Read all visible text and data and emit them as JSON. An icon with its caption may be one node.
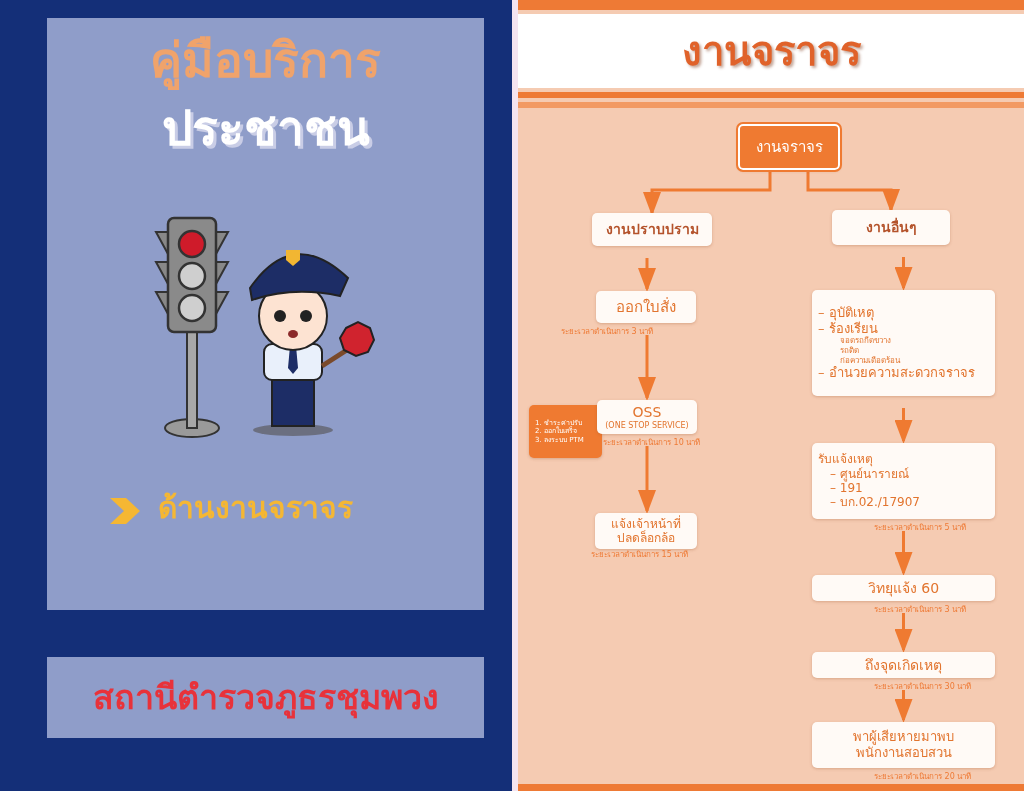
{
  "diagram": {
    "title": "งานจราจร",
    "nodes": [
      {
        "text": [
          "สถานีตำรวจภูธรชุมพวง"
        ]
      },
      {
        "text": [
          "งานจราจร"
        ]
      },
      {
        "text": [
          "งานปราบปราม"
        ]
      },
      {
        "text": [
          "งานอื่นๆ"
        ]
      },
      {
        "text": [
          "ออกใบสั่ง"
        ],
        "beside": [
          "ระยะเวลาดำเนินการ 3 นาที"
        ]
      },
      {
        "text": [
          "1. ชำระค่าปรับ",
          "2. ออกใบเสร็จ",
          "3. ลงระบบ PTM"
        ]
      },
      {
        "text": [
          "OSS",
          "(ONE STOP SERVICE)"
        ],
        "beside": [
          "ระยะเวลาดำเนินการ 10 นาที"
        ]
      },
      {
        "text": [
          "แจ้งเจ้าหน้าที่ ปลดล็อกล้อ"
        ],
        "beside": [
          "ระยะเวลาดำเนินการ 15 นาที"
        ]
      },
      {
        "text": [
          "– อุบัติเหตุ",
          "– ร้องเรียน",
          "จอดรถกีดขวาง",
          "รถติด",
          "ก่อความเดือดร้อน",
          "– อำนวยความสะดวกจราจร"
        ]
      },
      {
        "text": [
          "รับแจ้งเหตุ",
          "– ศูนย์นารายณ์",
          "– 191",
          "– บก.02./17907"
        ],
        "beside": [
          "ระยะเวลาดำเนินการ 5 นาที"
        ]
      },
      {
        "text": [
          "วิทยุแจ้ง 60"
        ],
        "beside": [
          "ระยะเวลาดำเนินการ 3 นาที"
        ]
      },
      {
        "text": [
          "ถึงจุดเกิดเหตุ"
        ],
        "beside": [
          "ระยะเวลาดำเนินการ 30 นาที"
        ]
      },
      {
        "text": [
          "พาผู้เสียหายมาพบ พนักงานสอบสวน"
        ],
        "beside": [
          "ระยะเวลาดำเนินการ 20 นาที"
        ]
      }
    ],
    "edges": [
      {
        "from": 1,
        "to": 2,
        "arrow": "to"
      },
      {
        "from": 1,
        "to": 3,
        "arrow": "to"
      },
      {
        "from": 2,
        "to": 4,
        "arrow": "to"
      },
      {
        "from": 4,
        "to": 6,
        "arrow": "to"
      },
      {
        "from": 6,
        "to": 7,
        "arrow": "to"
      },
      {
        "from": 3,
        "to": 8,
        "arrow": "to"
      },
      {
        "from": 8,
        "to": 9,
        "arrow": "to"
      },
      {
        "from": 9,
        "to": 10,
        "arrow": "to"
      },
      {
        "from": 10,
        "to": 11,
        "arrow": "to"
      },
      {
        "from": 11,
        "to": 12,
        "arrow": "to"
      }
    ],
    "labels": [
      "คู่มือบริการ",
      "ประชาชน",
      "ด้านงานจราจร"
    ]
  }
}
